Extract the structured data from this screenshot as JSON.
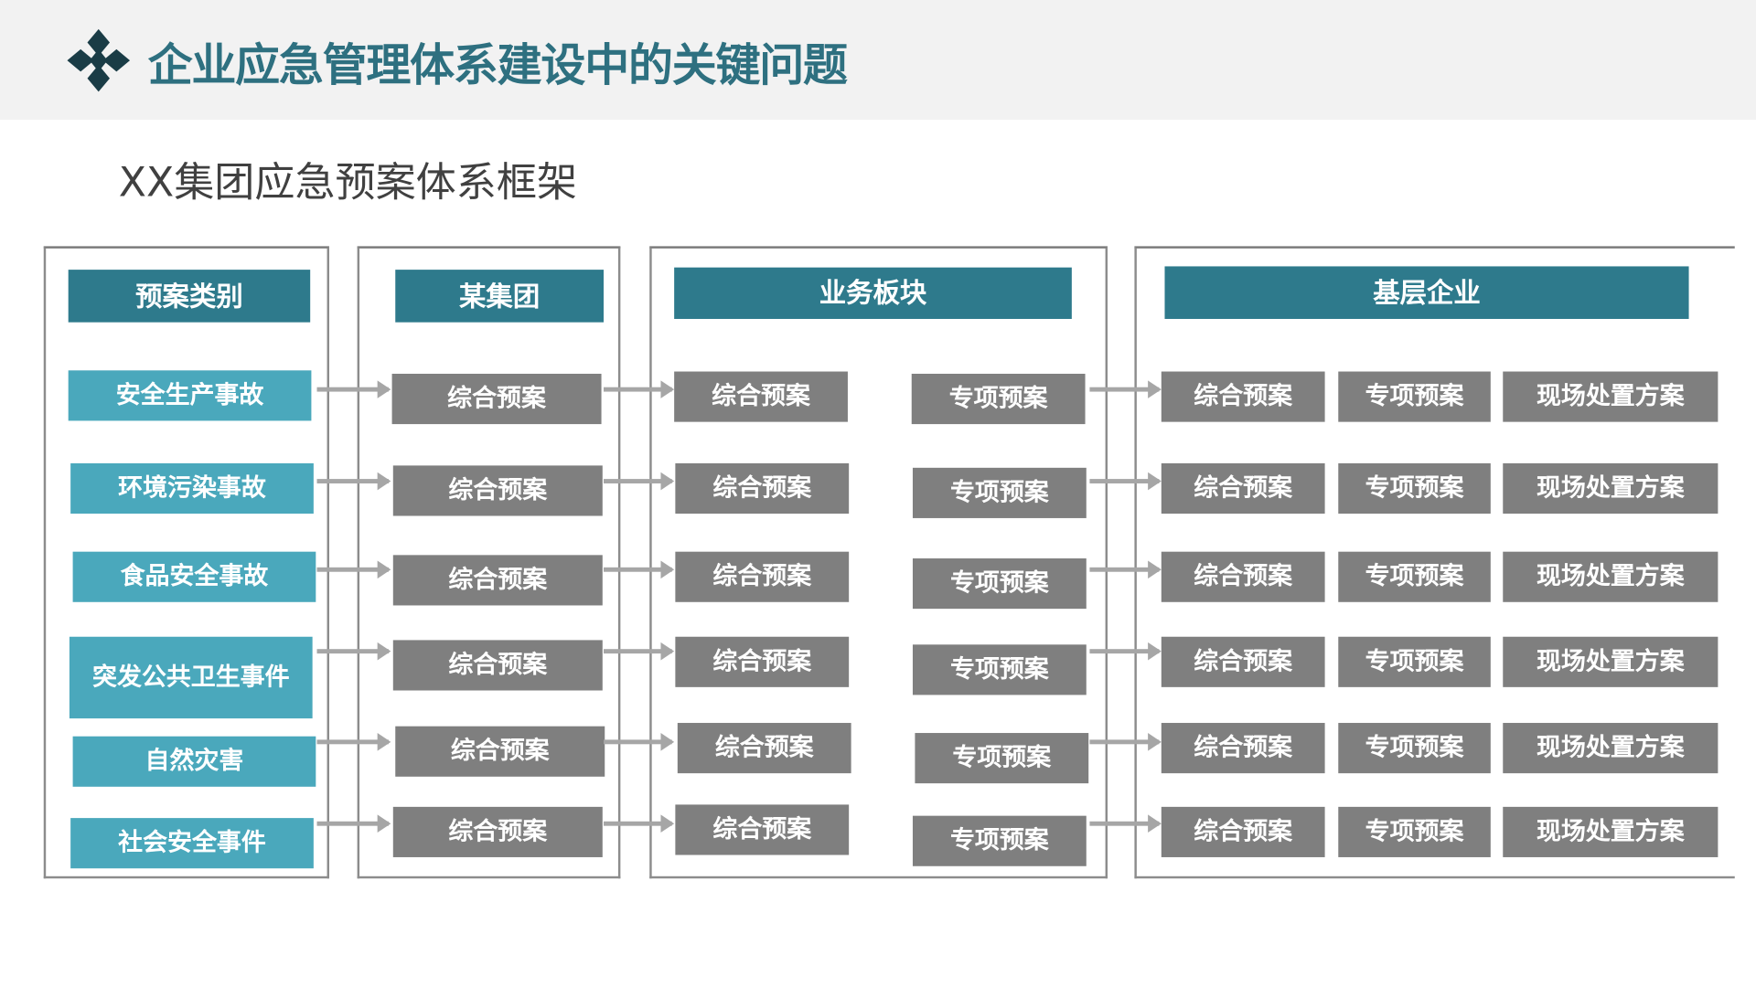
{
  "header": {
    "title": "企业应急管理体系建设中的关键问题",
    "logo_icon": "diamond-cluster-icon"
  },
  "subtitle": "XX集团应急预案体系框架",
  "columns": {
    "category": "预案类别",
    "group": "某集团",
    "business": "业务板块",
    "base": "基层企业"
  },
  "categories": [
    "安全生产事故",
    "环境污染事故",
    "食品安全事故",
    "突发公共卫生事件",
    "自然灾害",
    "社会安全事件"
  ],
  "plans": {
    "comprehensive": "综合预案",
    "special": "专项预案",
    "onsite": "现场处置方案"
  },
  "colors": {
    "title": "#2e7080",
    "header_box": "#2e7a8c",
    "category_box": "#4aa8bc",
    "plan_box": "#7f7f7f"
  }
}
